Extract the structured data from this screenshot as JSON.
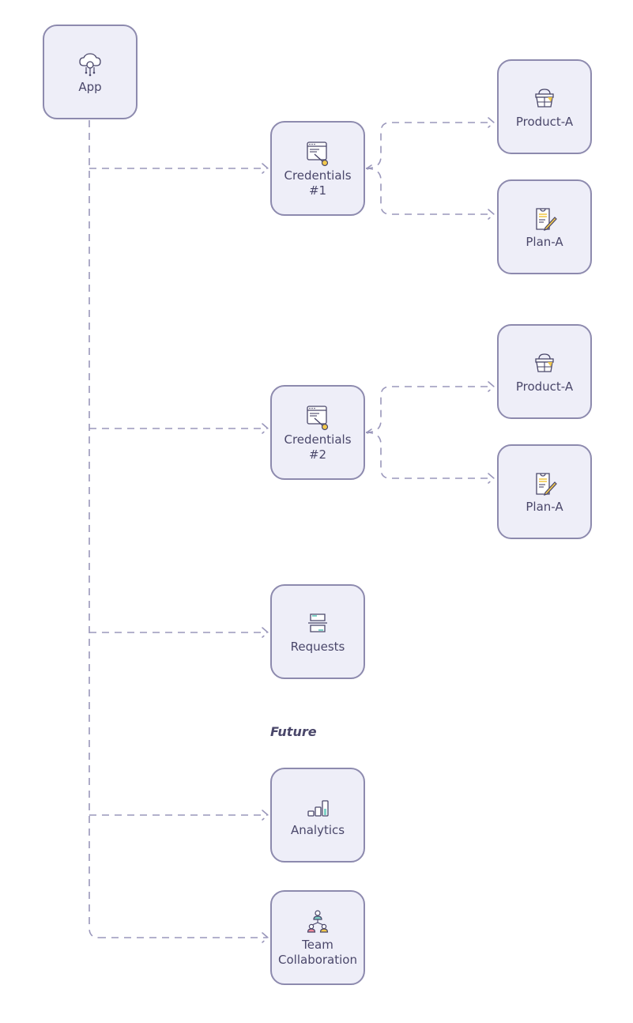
{
  "nodes": {
    "app": {
      "label": "App",
      "icon": "cloud-network-icon"
    },
    "cred1": {
      "label": "Credentials\n#1",
      "icon": "credentials-key-icon"
    },
    "cred1_product": {
      "label": "Product-A",
      "icon": "basket-icon"
    },
    "cred1_plan": {
      "label": "Plan-A",
      "icon": "clipboard-pencil-icon"
    },
    "cred2": {
      "label": "Credentials\n#2",
      "icon": "credentials-key-icon"
    },
    "cred2_product": {
      "label": "Product-A",
      "icon": "basket-icon"
    },
    "cred2_plan": {
      "label": "Plan-A",
      "icon": "clipboard-pencil-icon"
    },
    "requests": {
      "label": "Requests",
      "icon": "requests-icon"
    },
    "analytics": {
      "label": "Analytics",
      "icon": "bar-chart-icon"
    },
    "team": {
      "label": "Team\nCollaboration",
      "icon": "team-icon"
    }
  },
  "section": {
    "future": "Future"
  },
  "colors": {
    "node_fill": "#eeeef8",
    "node_border": "#8d8aae",
    "connector": "#9a97bb",
    "text": "#4a476a",
    "accent_yellow": "#f2c94c",
    "accent_teal": "#7fd3c8",
    "accent_pink": "#f08a9a"
  }
}
